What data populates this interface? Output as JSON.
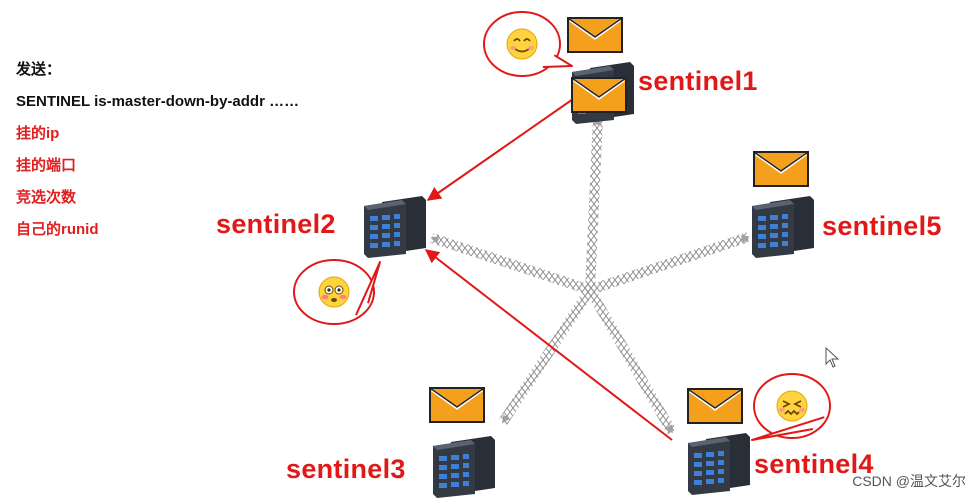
{
  "notes": {
    "heading": "发送：",
    "command": "SENTINEL is-master-down-by-addr ……",
    "params": [
      "挂的ip",
      "挂的端口",
      "竞选次数",
      "自己的runid"
    ]
  },
  "sentinels": [
    {
      "id": "sentinel1",
      "label": "sentinel1",
      "envelope": true,
      "speech": "smiling-face"
    },
    {
      "id": "sentinel2",
      "label": "sentinel2",
      "envelope": false,
      "speech": "flushed-face"
    },
    {
      "id": "sentinel3",
      "label": "sentinel3",
      "envelope": true,
      "speech": null
    },
    {
      "id": "sentinel4",
      "label": "sentinel4",
      "envelope": true,
      "speech": "confounded-face"
    },
    {
      "id": "sentinel5",
      "label": "sentinel5",
      "envelope": true,
      "speech": null
    }
  ],
  "edges": [
    {
      "from": "sentinel1",
      "to": "sentinel2",
      "kind": "vote-arrow"
    },
    {
      "from": "sentinel4",
      "to": "sentinel2",
      "kind": "vote-arrow"
    }
  ],
  "colors": {
    "accent_red": "#e01818",
    "envelope": "#f4a01c",
    "server": "#333a44",
    "broadcast": "#9a9a9a"
  },
  "watermark": "CSDN @温文艾尔"
}
